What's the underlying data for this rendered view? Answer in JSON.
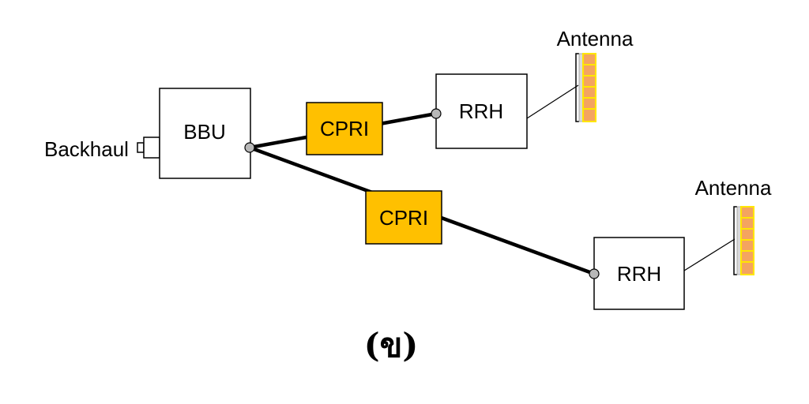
{
  "labels": {
    "backhaul": "Backhaul",
    "bbu": "BBU",
    "cpri": "CPRI",
    "rrh": "RRH",
    "antenna": "Antenna"
  },
  "caption": "(ข)",
  "colors": {
    "cpri_fill": "#FFC000",
    "antenna_fill": "#F4A460",
    "antenna_grid": "#FFE600",
    "antenna_back": "#D9D9D9",
    "connector_dot": "#B8B8B8",
    "line": "#000000"
  }
}
